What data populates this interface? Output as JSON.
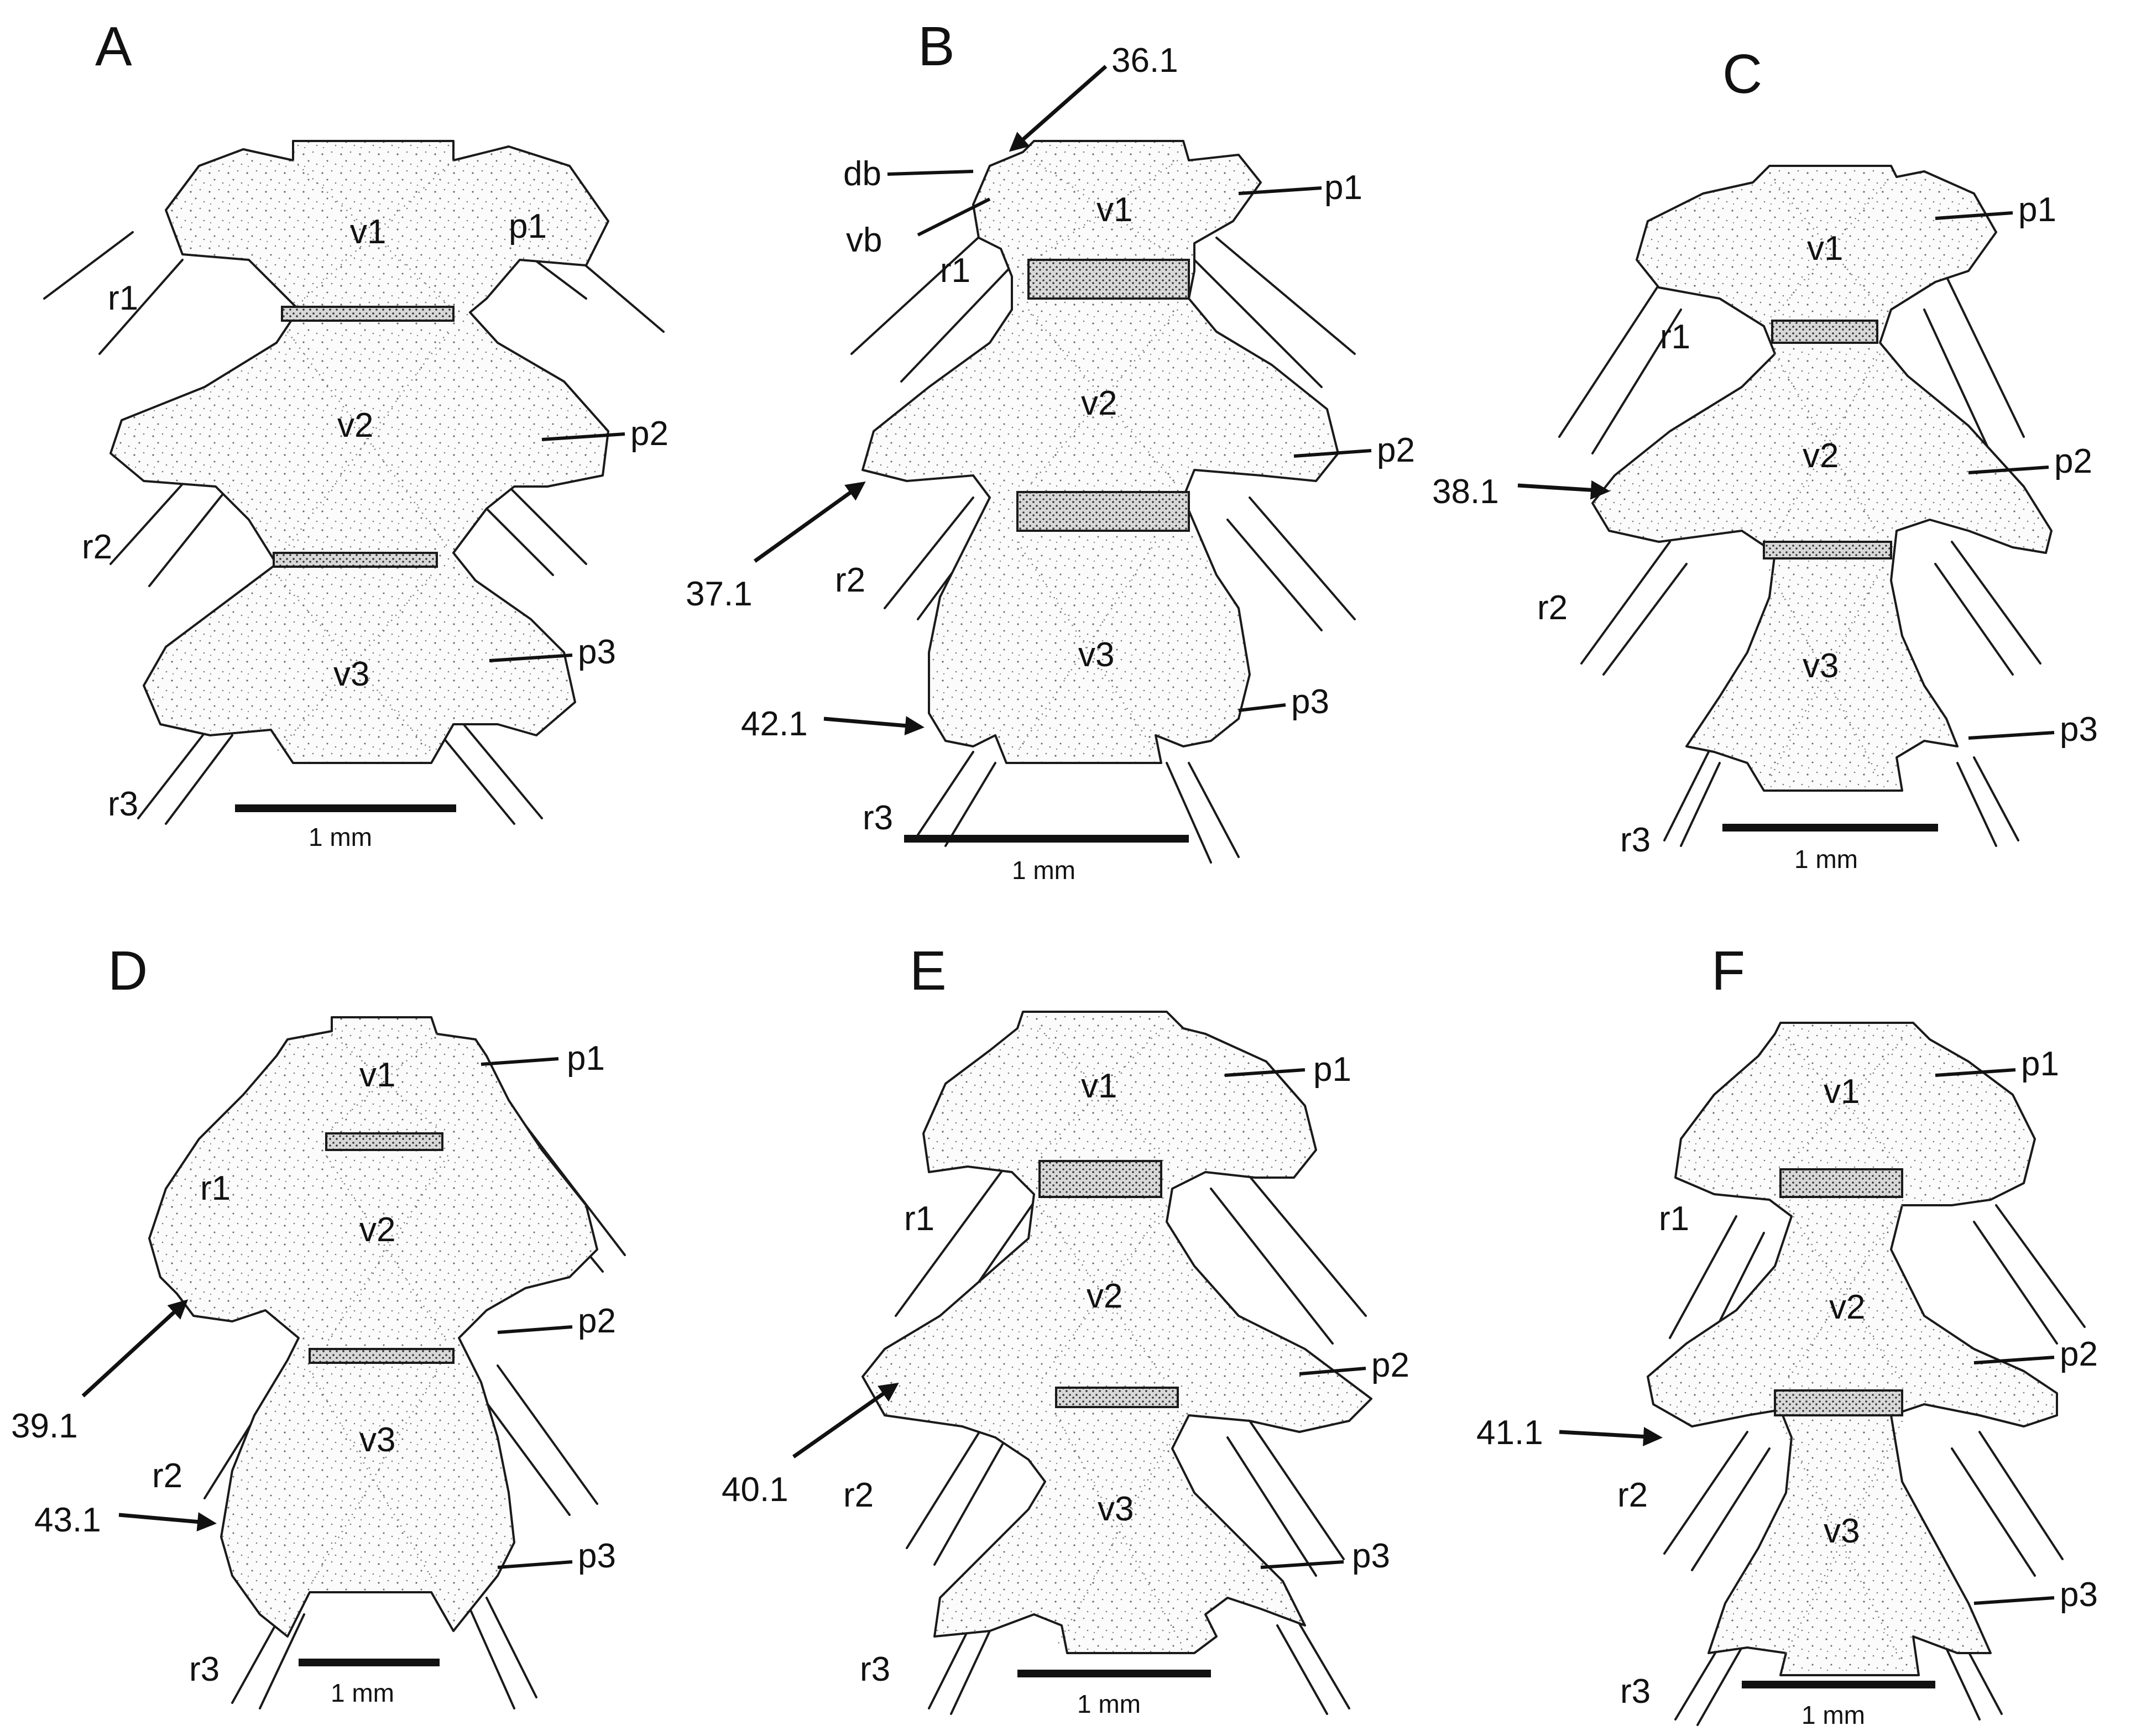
{
  "figure": {
    "panels": [
      {
        "letter": "A",
        "labels": {
          "v1": "v1",
          "v2": "v2",
          "v3": "v3",
          "p1": "p1",
          "p2": "p2",
          "p3": "p3",
          "r1": "r1",
          "r2": "r2",
          "r3": "r3"
        },
        "scale": "1 mm",
        "arrows": []
      },
      {
        "letter": "B",
        "labels": {
          "v1": "v1",
          "v2": "v2",
          "v3": "v3",
          "p1": "p1",
          "p2": "p2",
          "p3": "p3",
          "r1": "r1",
          "r2": "r2",
          "r3": "r3",
          "db": "db",
          "vb": "vb"
        },
        "scale": "1 mm",
        "arrows": [
          "36.1",
          "37.1",
          "42.1"
        ]
      },
      {
        "letter": "C",
        "labels": {
          "v1": "v1",
          "v2": "v2",
          "v3": "v3",
          "p1": "p1",
          "p2": "p2",
          "p3": "p3",
          "r1": "r1",
          "r2": "r2",
          "r3": "r3"
        },
        "scale": "1 mm",
        "arrows": [
          "38.1"
        ]
      },
      {
        "letter": "D",
        "labels": {
          "v1": "v1",
          "v2": "v2",
          "v3": "v3",
          "p1": "p1",
          "p2": "p2",
          "p3": "p3",
          "r1": "r1",
          "r2": "r2",
          "r3": "r3"
        },
        "scale": "1 mm",
        "arrows": [
          "39.1",
          "43.1"
        ]
      },
      {
        "letter": "E",
        "labels": {
          "v1": "v1",
          "v2": "v2",
          "v3": "v3",
          "p1": "p1",
          "p2": "p2",
          "p3": "p3",
          "r1": "r1",
          "r2": "r2",
          "r3": "r3"
        },
        "scale": "1 mm",
        "arrows": [
          "40.1"
        ]
      },
      {
        "letter": "F",
        "labels": {
          "v1": "v1",
          "v2": "v2",
          "v3": "v3",
          "p1": "p1",
          "p2": "p2",
          "p3": "p3",
          "r1": "r1",
          "r2": "r2",
          "r3": "r3"
        },
        "scale": "1 mm",
        "arrows": [
          "41.1"
        ]
      }
    ]
  }
}
